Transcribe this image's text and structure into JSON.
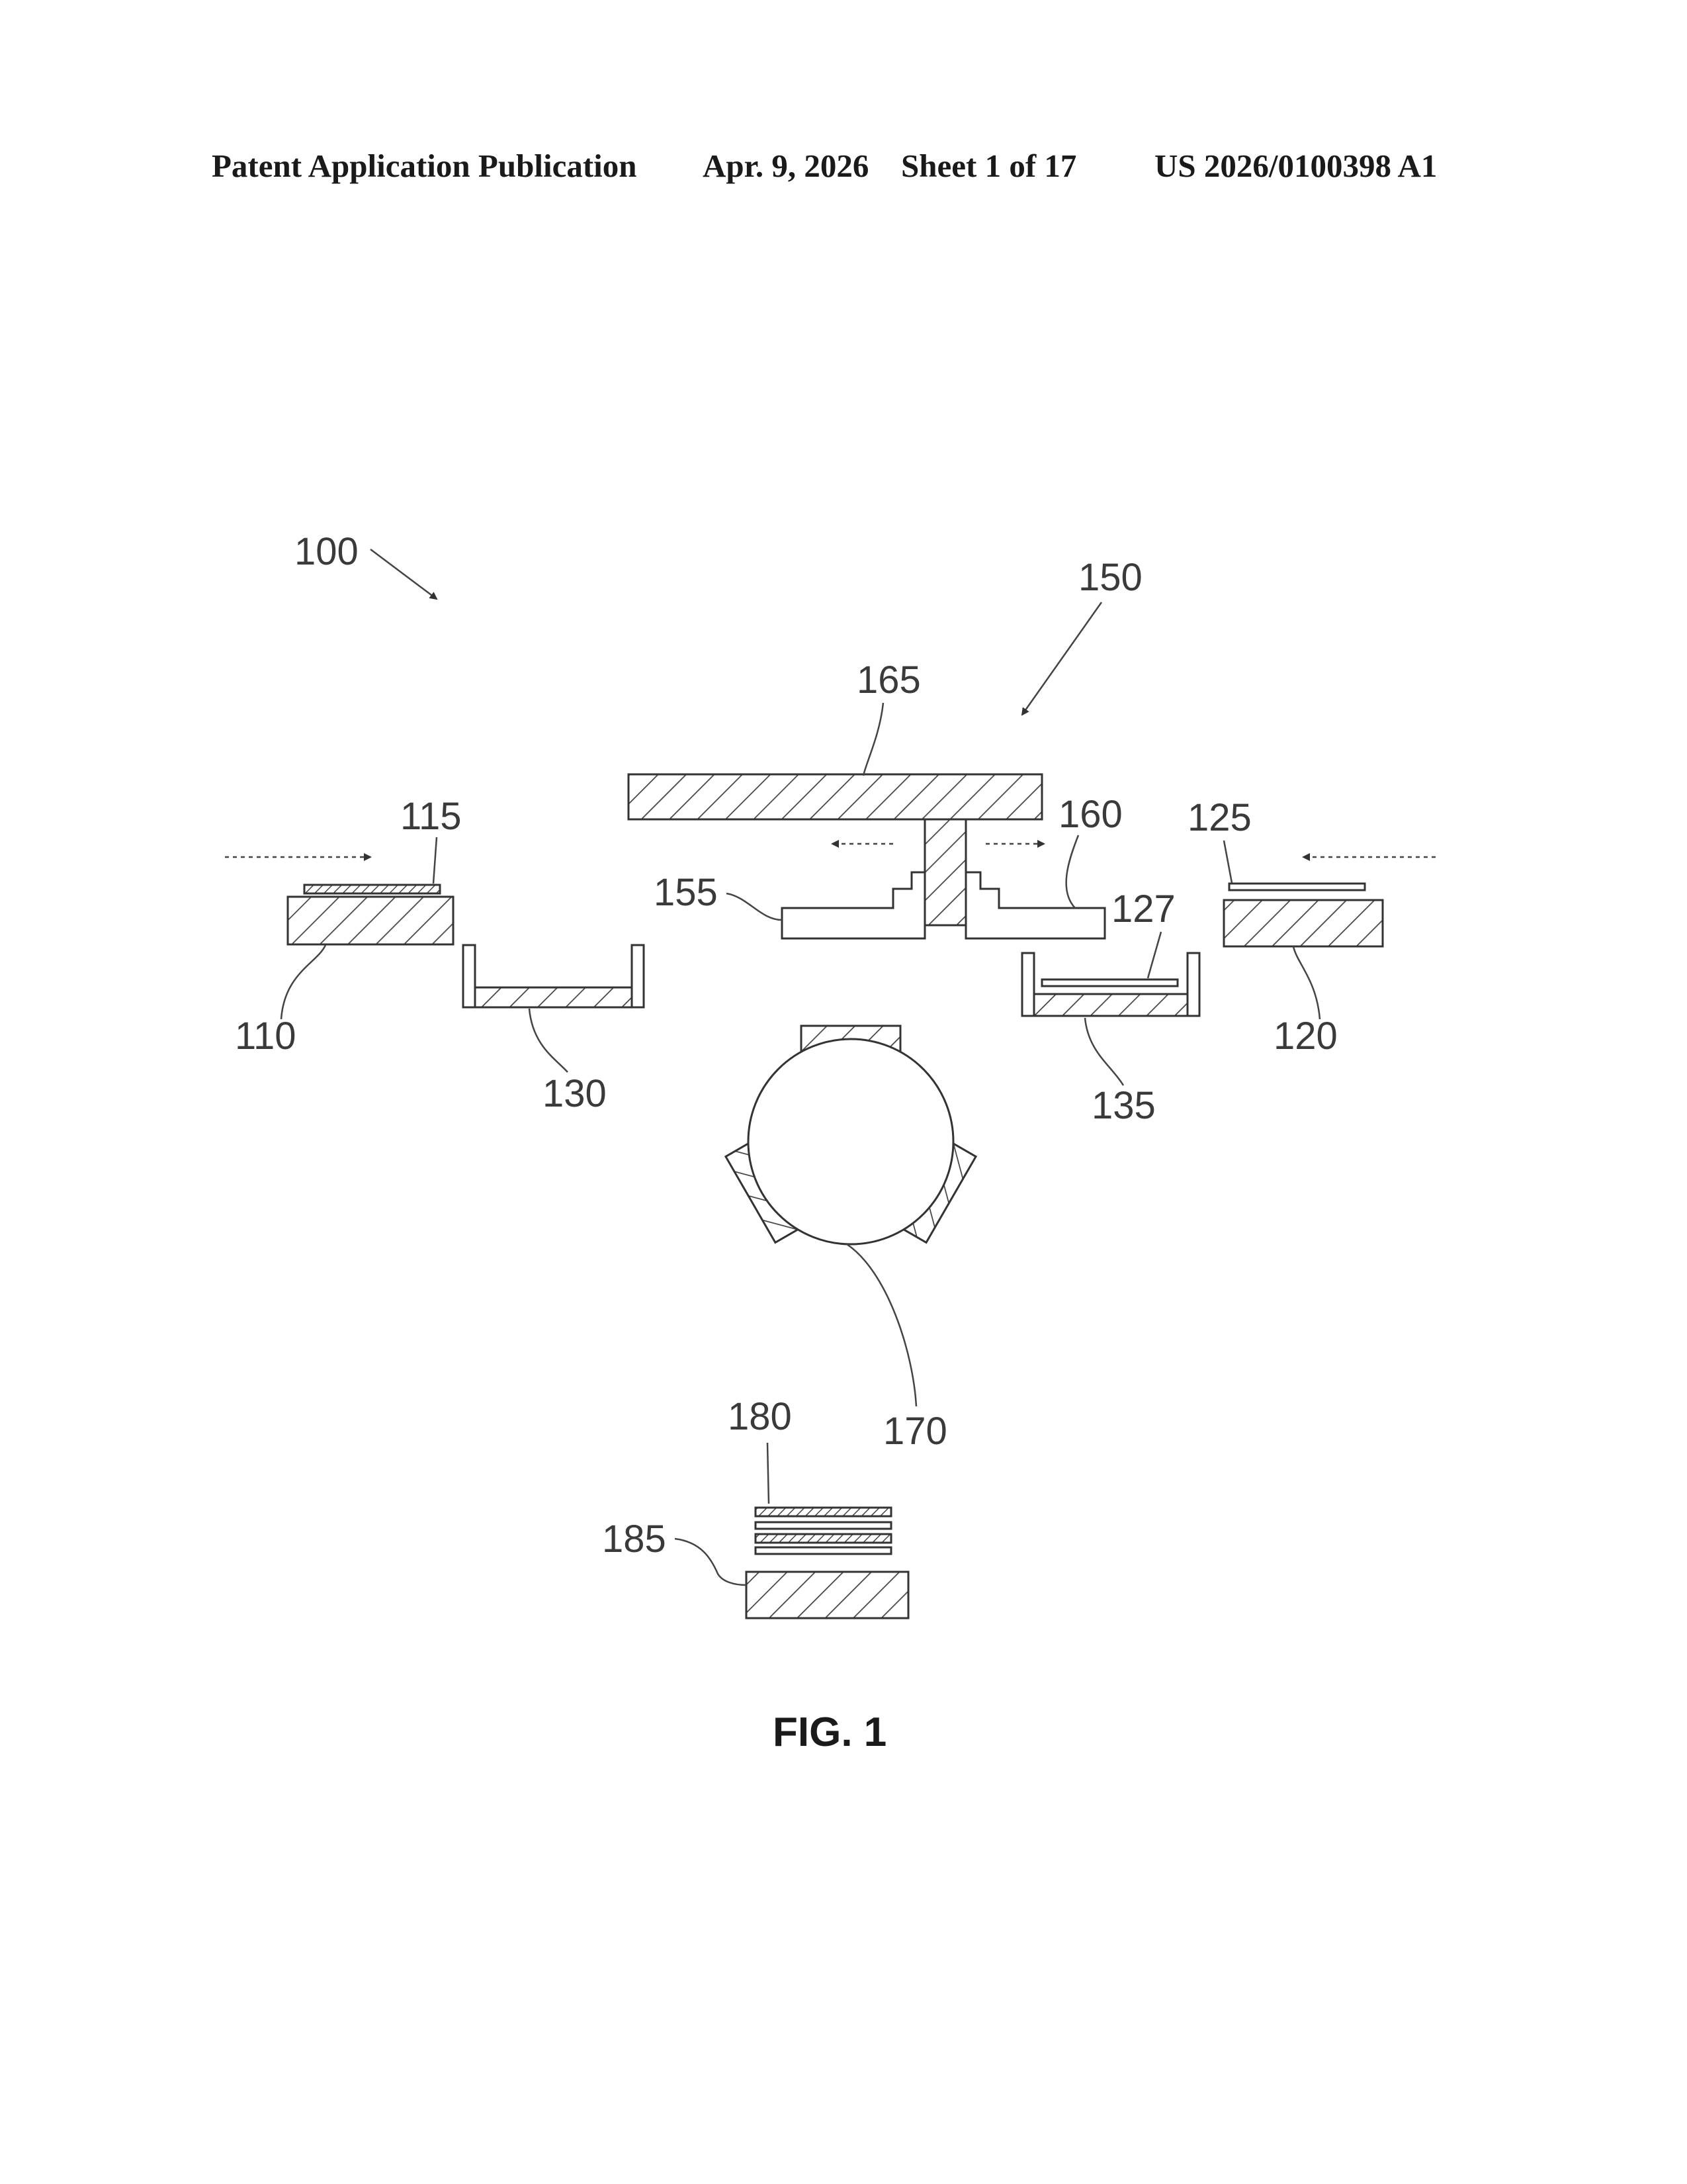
{
  "header": {
    "publication": "Patent Application Publication",
    "date": "Apr. 9, 2026",
    "sheet": "Sheet 1 of 17",
    "number": "US 2026/0100398 A1"
  },
  "figure": {
    "caption": "FIG. 1",
    "refs": {
      "r100": "100",
      "r110": "110",
      "r115": "115",
      "r120": "120",
      "r125": "125",
      "r127": "127",
      "r130": "130",
      "r135": "135",
      "r150": "150",
      "r155": "155",
      "r160": "160",
      "r165": "165",
      "r170": "170",
      "r180": "180",
      "r185": "185"
    }
  },
  "colors": {
    "line": "#333333",
    "hatch": "#444444",
    "background": "#ffffff"
  }
}
